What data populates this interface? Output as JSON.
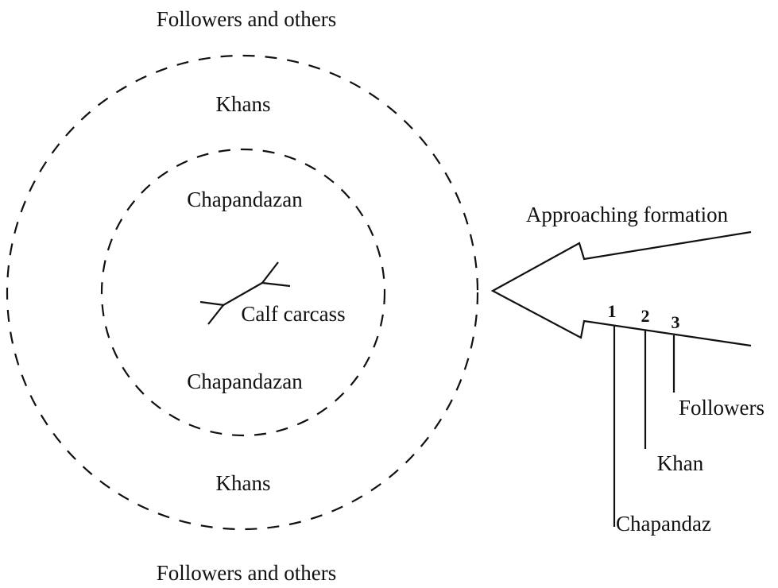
{
  "labels": {
    "top_outer": "Followers and others",
    "outer_top": "Khans",
    "inner_top": "Chapandazan",
    "center": "Calf carcass",
    "inner_bottom": "Chapandazan",
    "outer_bottom": "Khans",
    "bottom_outer": "Followers and others",
    "arrow": "Approaching formation"
  },
  "formation": {
    "positions": [
      {
        "number": "1",
        "role": "Chapandaz"
      },
      {
        "number": "2",
        "role": "Khan"
      },
      {
        "number": "3",
        "role": "Followers"
      }
    ]
  }
}
